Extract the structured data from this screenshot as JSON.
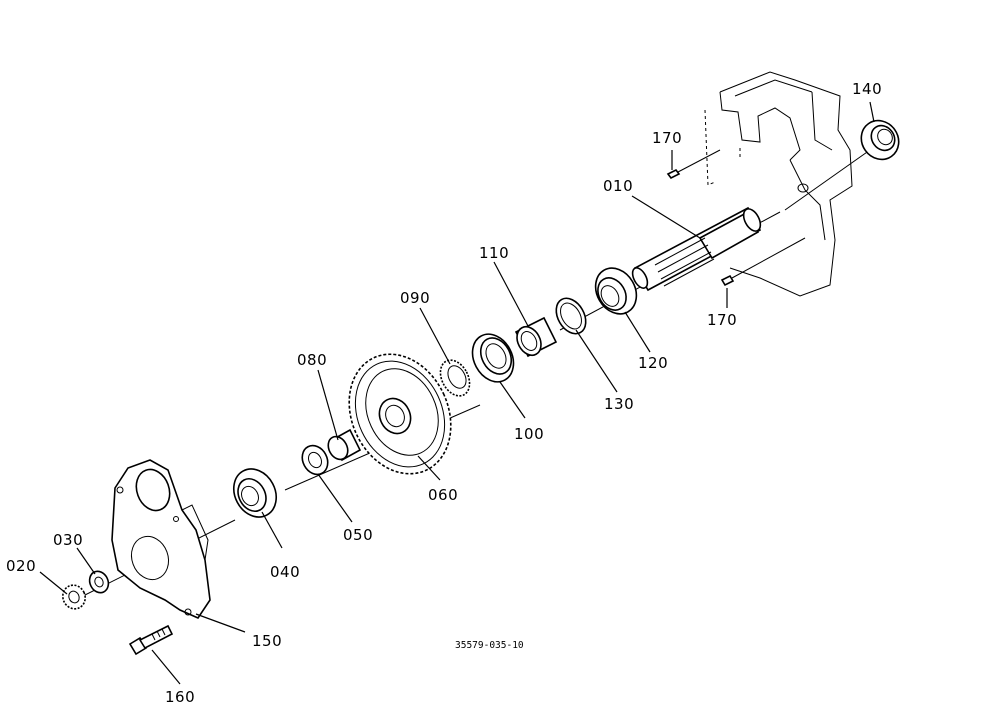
{
  "diagram": {
    "drawing_code": "35579-035-10",
    "callouts": {
      "p010": "010",
      "p020": "020",
      "p030": "030",
      "p040": "040",
      "p050": "050",
      "p060": "060",
      "p080": "080",
      "p090": "090",
      "p100": "100",
      "p110": "110",
      "p120": "120",
      "p130": "130",
      "p140": "140",
      "p150": "150",
      "p160": "160",
      "p170a": "170",
      "p170b": "170"
    }
  }
}
